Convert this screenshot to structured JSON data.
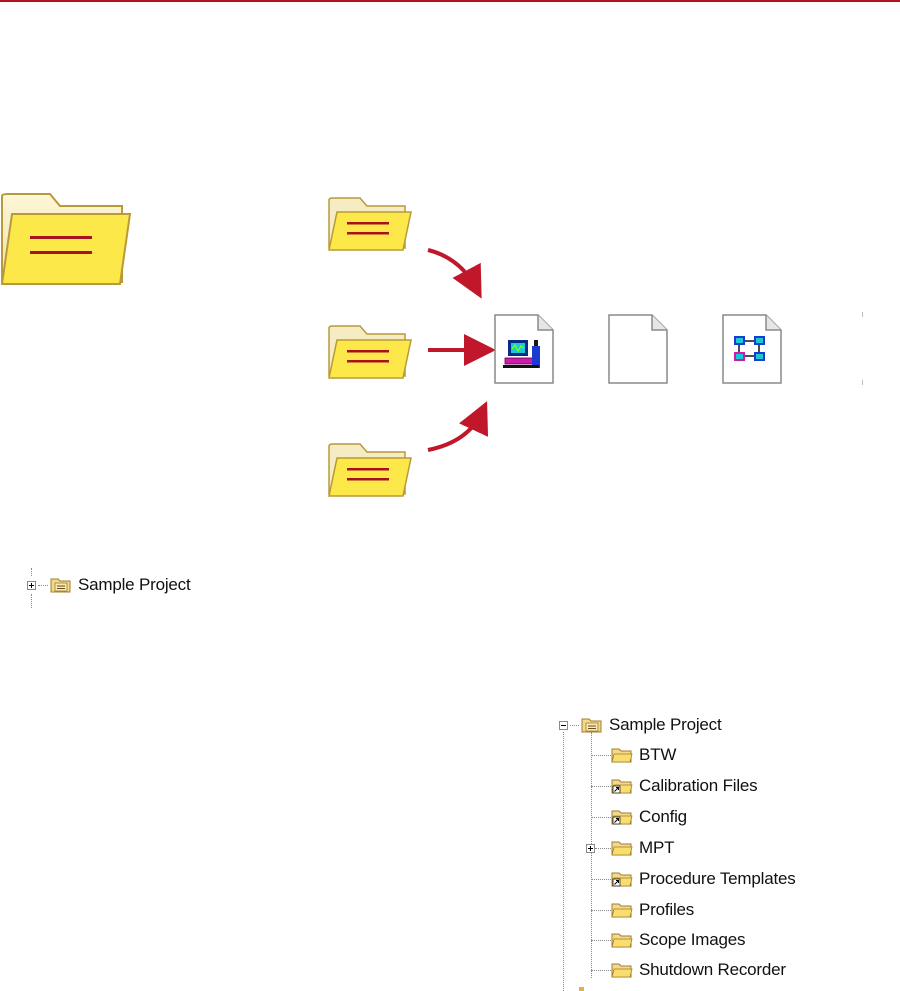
{
  "colors": {
    "rule": "#b3121f",
    "folder_fill": "#fde84a",
    "folder_stroke": "#b89a3a",
    "folder_lines": "#a8121e",
    "arrow": "#c0182a"
  },
  "diagram": {
    "big_folder_icon": "folder-icon",
    "source_folder_icons": [
      "folder-icon",
      "folder-icon",
      "folder-icon"
    ],
    "file_icons": [
      "workstation-file-icon",
      "blank-file-icon",
      "network-file-icon"
    ],
    "arrow_icon": "curved-arrow-icon"
  },
  "tree_collapsed": {
    "root": {
      "label": "Sample Project",
      "expander": "plus",
      "icon": "project-folder-icon"
    }
  },
  "tree_expanded": {
    "root": {
      "label": "Sample Project",
      "expander": "minus",
      "icon": "project-folder-icon"
    },
    "children": [
      {
        "label": "BTW",
        "icon": "folder-icon",
        "shortcut": false,
        "expander": ""
      },
      {
        "label": "Calibration Files",
        "icon": "folder-shortcut-icon",
        "shortcut": true,
        "expander": ""
      },
      {
        "label": "Config",
        "icon": "folder-shortcut-icon",
        "shortcut": true,
        "expander": ""
      },
      {
        "label": "MPT",
        "icon": "folder-icon",
        "shortcut": false,
        "expander": "plus"
      },
      {
        "label": "Procedure Templates",
        "icon": "folder-shortcut-icon",
        "shortcut": true,
        "expander": ""
      },
      {
        "label": "Profiles",
        "icon": "folder-icon",
        "shortcut": false,
        "expander": ""
      },
      {
        "label": "Scope Images",
        "icon": "folder-icon",
        "shortcut": false,
        "expander": ""
      },
      {
        "label": "Shutdown Recorder",
        "icon": "folder-icon",
        "shortcut": false,
        "expander": ""
      }
    ]
  }
}
